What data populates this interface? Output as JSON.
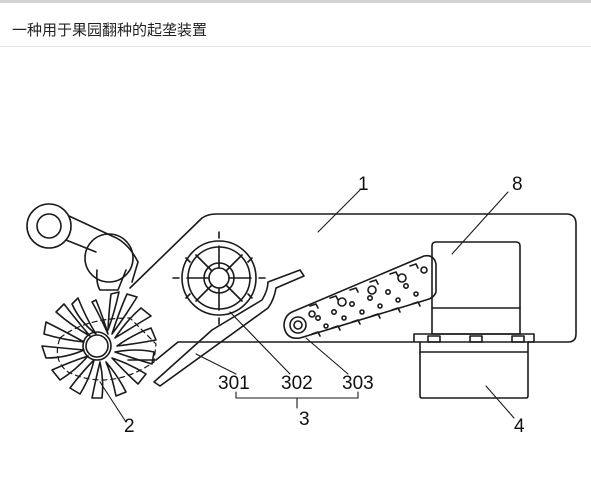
{
  "page": {
    "title": "一种用于果园翻种的起垄装置"
  },
  "diagram": {
    "labels": {
      "body": "1",
      "rotor": "2",
      "ridger_group": "3",
      "frame_box": "4",
      "part_301": "301",
      "part_302": "302",
      "part_303": "303",
      "motor": "8"
    }
  }
}
